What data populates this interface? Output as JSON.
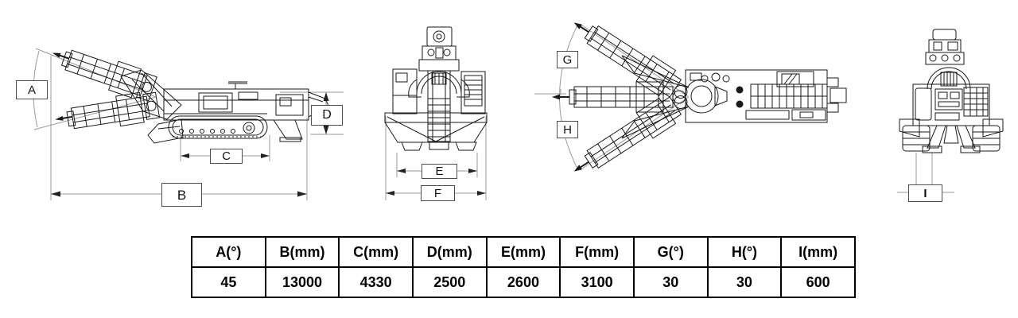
{
  "labels": {
    "A": "A",
    "B": "B",
    "C": "C",
    "D": "D",
    "E": "E",
    "F": "F",
    "G": "G",
    "H": "H",
    "I": "I"
  },
  "table": {
    "headers": [
      "A(°)",
      "B(mm)",
      "C(mm)",
      "D(mm)",
      "E(mm)",
      "F(mm)",
      "G(°)",
      "H(°)",
      "I(mm)"
    ],
    "values": [
      "45",
      "13000",
      "4330",
      "2500",
      "2600",
      "3100",
      "30",
      "30",
      "600"
    ]
  },
  "colors": {
    "line_art": "#1a1a1a",
    "dimension_line": "#9b9b9b",
    "label_box_border": "#4d4d4d",
    "table_border": "#000000",
    "background": "#ffffff"
  }
}
